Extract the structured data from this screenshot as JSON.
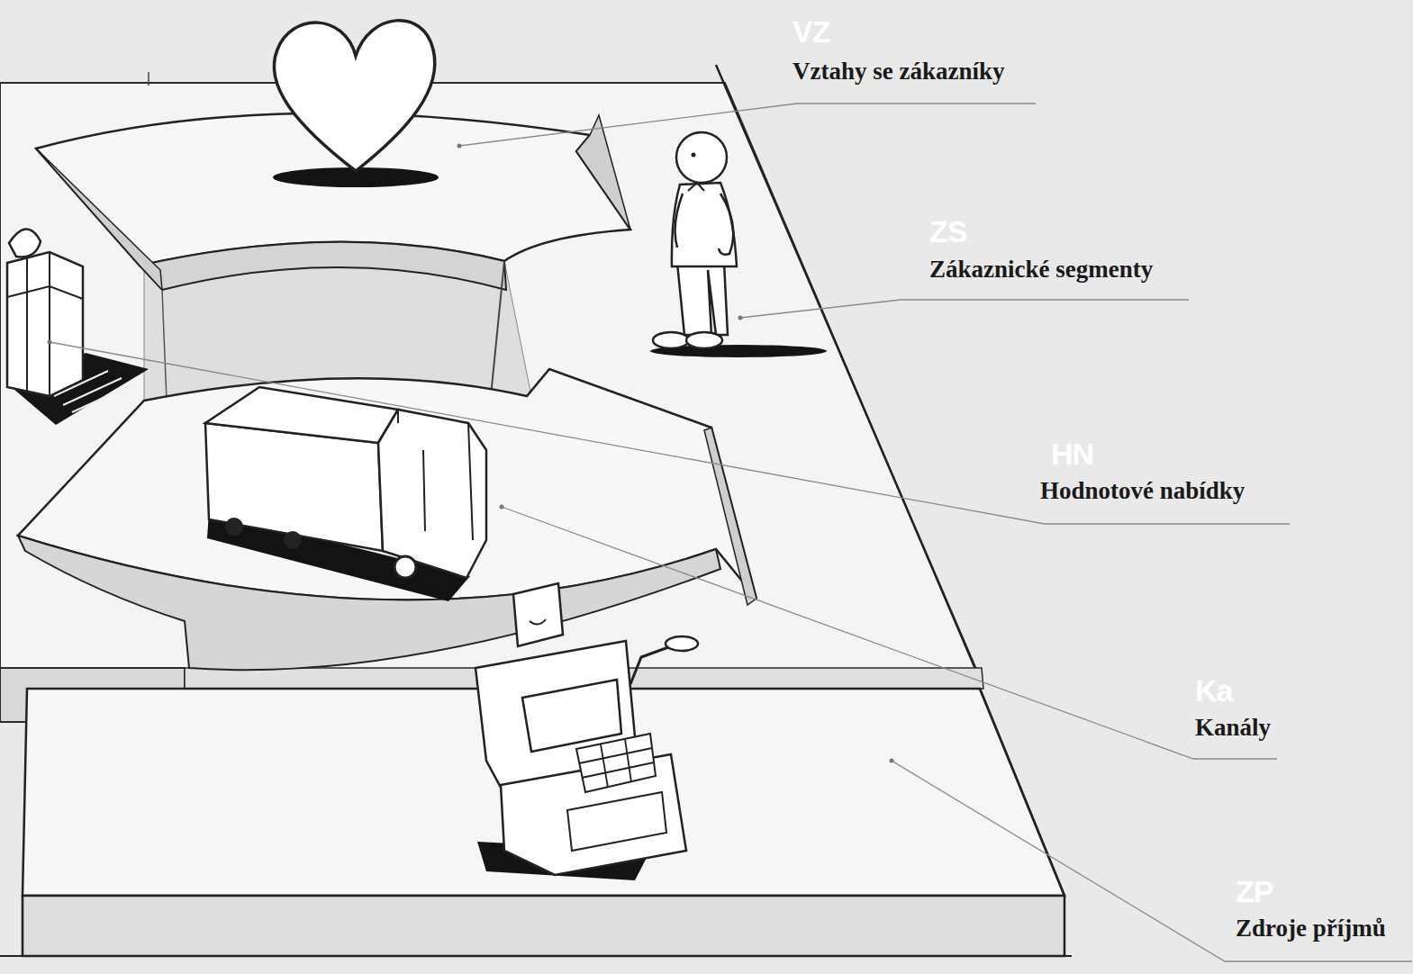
{
  "diagram": {
    "labels": [
      "VZ",
      "Vztahy se zákazníky",
      "ZS",
      "Zákaznické segmenty",
      "HN",
      "Hodnotové nabídky",
      "Ka",
      "Kanály",
      "ZP",
      "Zdroje příjmů"
    ]
  }
}
